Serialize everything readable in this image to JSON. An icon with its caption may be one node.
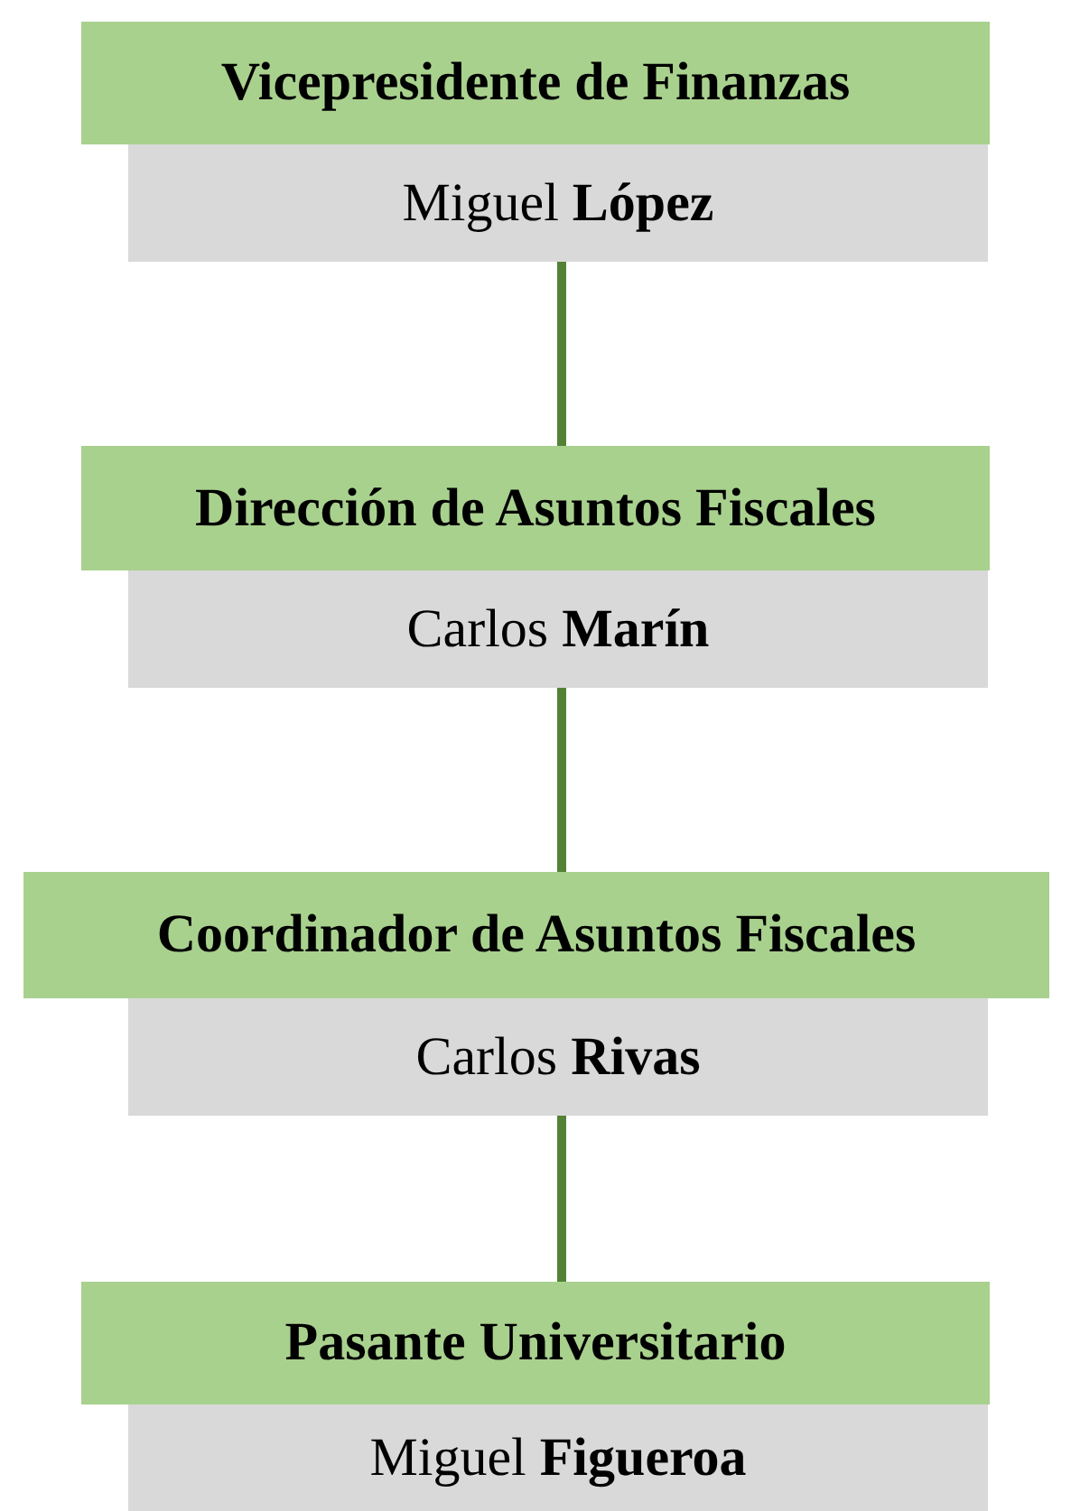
{
  "diagram": {
    "nodes": [
      {
        "text": [
          "Vicepresidente de Finanzas"
        ]
      },
      {
        "text": [
          "Miguel **López**"
        ]
      },
      {
        "text": [
          "Dirección de Asuntos Fiscales"
        ]
      },
      {
        "text": [
          "Carlos **Marín**"
        ]
      },
      {
        "text": [
          "Coordinador de Asuntos Fiscales"
        ]
      },
      {
        "text": [
          "Carlos **Rivas**"
        ]
      },
      {
        "text": [
          "Pasante Universitario"
        ]
      },
      {
        "text": [
          "Miguel **Figueroa**"
        ]
      }
    ],
    "edges": [
      {
        "from": 1,
        "to": 2,
        "arrow": "none"
      },
      {
        "from": 3,
        "to": 4,
        "arrow": "none"
      },
      {
        "from": 5,
        "to": 6,
        "arrow": "none"
      }
    ]
  }
}
